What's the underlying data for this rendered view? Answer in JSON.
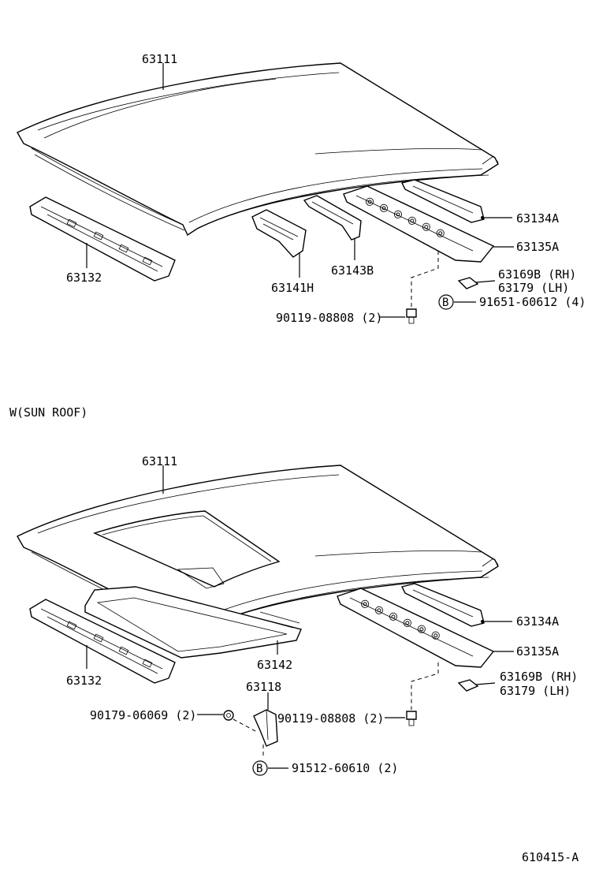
{
  "diagram": {
    "section_sunroof_title": "W(SUN ROOF)",
    "figure_code": "610415-A",
    "top": {
      "roof_panel": "63111",
      "front_header_panel": "63132",
      "roof_bow_1": "63141H",
      "roof_bow_2": "63143B",
      "rear_reinf_upper": "63134A",
      "rear_reinf_lower": "63135A",
      "bracket_rh": "63169B (RH)",
      "bracket_lh": "63179  (LH)",
      "bolt": "90119-08808 (2)",
      "clip_symbol": "B",
      "clip": "91651-60612 (4)"
    },
    "bottom": {
      "roof_panel": "63111",
      "front_header_panel": "63132",
      "sunroof_frame": "63142",
      "bracket": "63118",
      "nut": "90179-06069 (2)",
      "bolt": "90119-08808 (2)",
      "rear_reinf_upper": "63134A",
      "rear_reinf_lower": "63135A",
      "bracket_rh": "63169B (RH)",
      "bracket_lh": "63179  (LH)",
      "clip_symbol": "B",
      "clip": "91512-60610 (2)"
    }
  }
}
